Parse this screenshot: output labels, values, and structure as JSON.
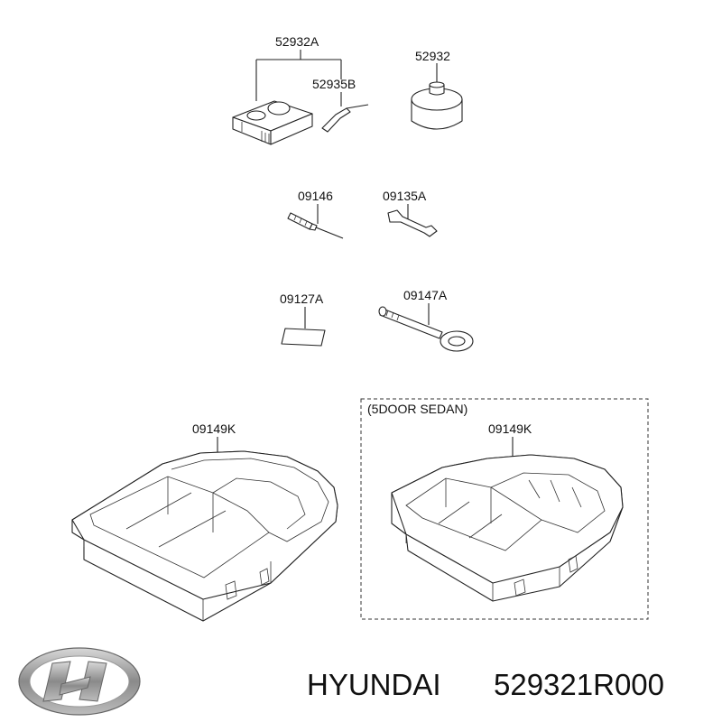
{
  "parts": {
    "p52932A": "52932A",
    "p52935B": "52935B",
    "p52932": "52932",
    "p09146": "09146",
    "p09135A": "09135A",
    "p09127A": "09127A",
    "p09147A": "09147A",
    "tray_left": "09149K",
    "tray_right": "09149K"
  },
  "variant_box": {
    "label": "(5DOOR SEDAN)"
  },
  "footer": {
    "brand": "HYUNDAI",
    "part_number": "529321R000",
    "logo": "hyundai-logo-icon"
  }
}
